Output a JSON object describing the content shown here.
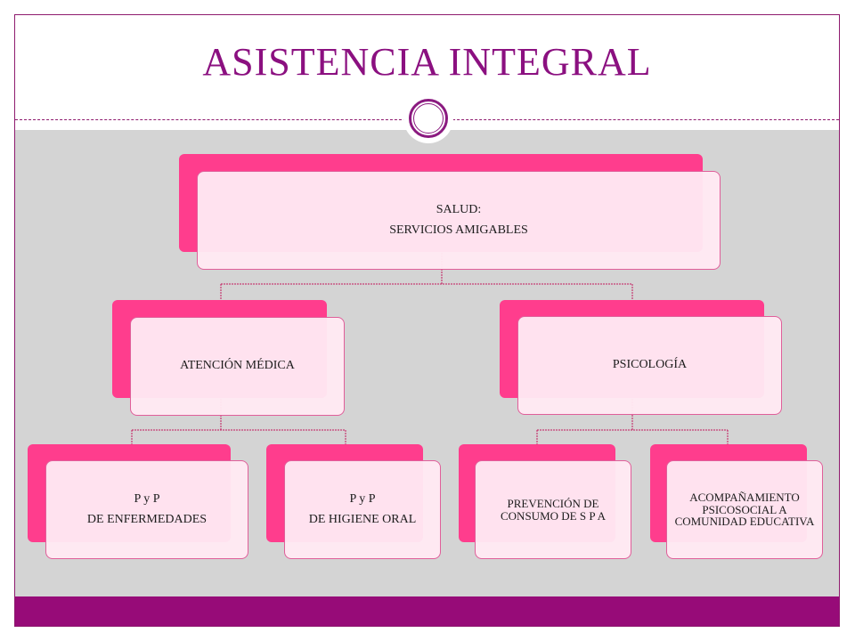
{
  "slide": {
    "title": "ASISTENCIA  INTEGRAL"
  },
  "colors": {
    "title": "#8b1080",
    "accent_pink": "#ff3d8d",
    "box_fill": "#ffe9f2",
    "footer": "#970b78",
    "content_bg": "#d4d4d4"
  },
  "org_chart": {
    "root": {
      "line1": "SALUD:",
      "line2": "SERVICIOS AMIGABLES"
    },
    "level2": [
      {
        "label": "ATENCIÓN MÉDICA"
      },
      {
        "label": "PSICOLOGÍA"
      }
    ],
    "level3": [
      {
        "line1": "P y P",
        "line2": "DE ENFERMEDADES"
      },
      {
        "line1": "P y P",
        "line2": "DE HIGIENE ORAL"
      },
      {
        "label": "PREVENCIÓN DE CONSUMO DE S P A"
      },
      {
        "label": "ACOMPAÑAMIENTO PSICOSOCIAL A COMUNIDAD EDUCATIVA"
      }
    ]
  }
}
